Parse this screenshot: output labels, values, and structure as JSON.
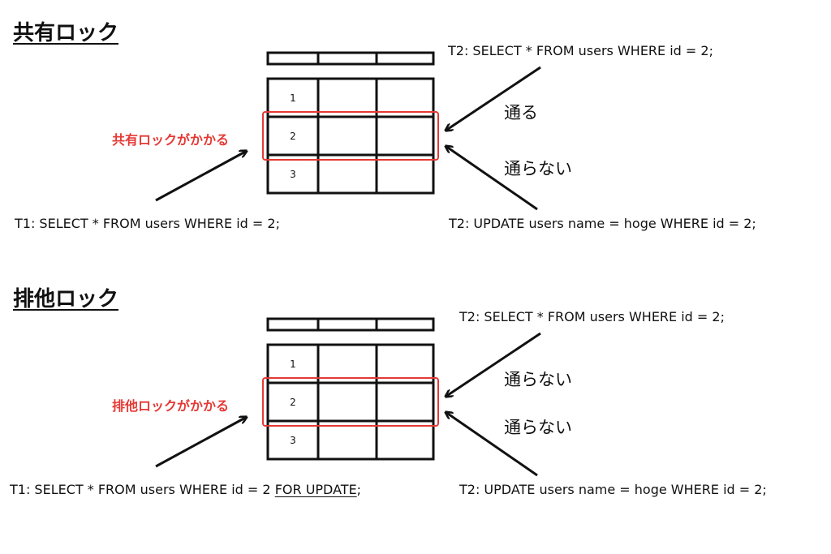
{
  "colors": {
    "accent": "#e53935",
    "ink": "#111111"
  },
  "shared": {
    "heading": "共有ロック",
    "lock_label": "共有ロックがかかる",
    "rows": [
      "1",
      "2",
      "3"
    ],
    "t2_select": "T2: SELECT * FROM users WHERE id = 2;",
    "t2_select_result": "通る",
    "t2_update_result": "通らない",
    "t2_update": "T2: UPDATE users name = hoge WHERE id = 2;",
    "t1": "T1: SELECT * FROM users WHERE id = 2;"
  },
  "exclusive": {
    "heading": "排他ロック",
    "lock_label": "排他ロックがかかる",
    "rows": [
      "1",
      "2",
      "3"
    ],
    "t2_select": "T2: SELECT * FROM users WHERE id = 2;",
    "t2_select_result": "通らない",
    "t2_update_result": "通らない",
    "t2_update": "T2: UPDATE users name = hoge WHERE id = 2;",
    "t1_prefix": "T1: SELECT * FROM users WHERE id = 2 ",
    "t1_for_update": "FOR UPDATE",
    "t1_suffix": ";"
  }
}
